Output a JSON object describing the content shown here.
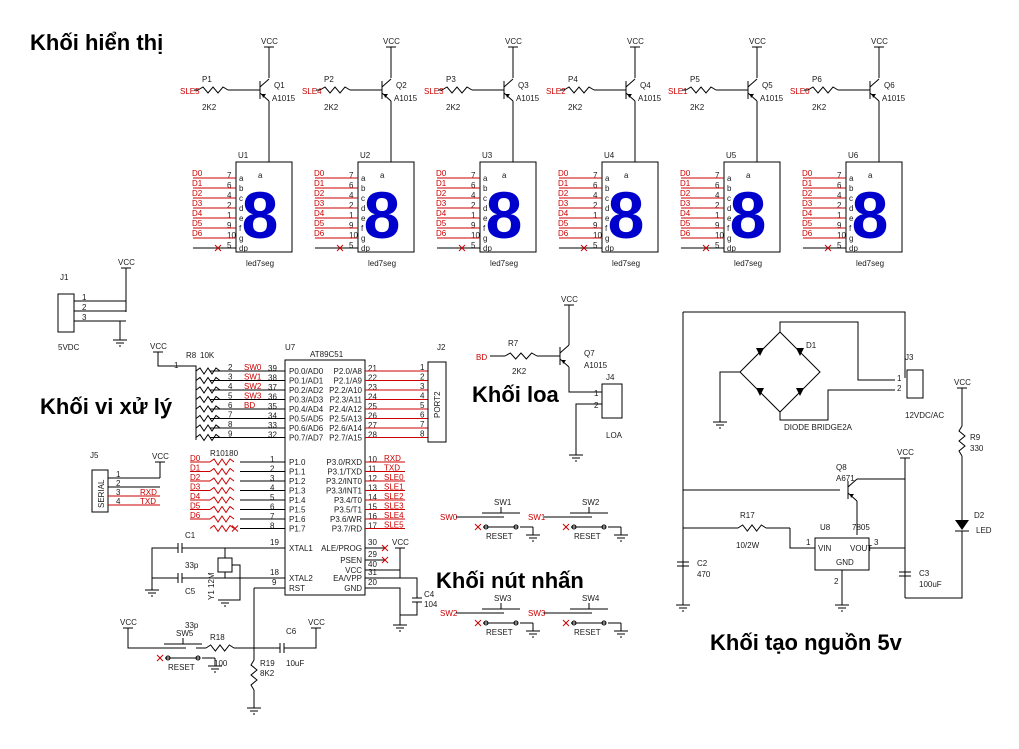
{
  "blocks": {
    "display": "Khối hiển thị",
    "cpu": "Khối vi xử lý",
    "speaker": "Khối loa",
    "buttons": "Khối nút nhấn",
    "power": "Khối tạo nguồn 5v"
  },
  "power_net": "VCC",
  "digits": [
    {
      "resistor": "P1",
      "sel": "SLE5",
      "transistor": "Q1",
      "display": "U1"
    },
    {
      "resistor": "P2",
      "sel": "SLE4",
      "transistor": "Q2",
      "display": "U2"
    },
    {
      "resistor": "P3",
      "sel": "SLE3",
      "transistor": "Q3",
      "display": "U3"
    },
    {
      "resistor": "P4",
      "sel": "SLE2",
      "transistor": "Q4",
      "display": "U4"
    },
    {
      "resistor": "P5",
      "sel": "SLE1",
      "transistor": "Q5",
      "display": "U5"
    },
    {
      "resistor": "P6",
      "sel": "SLE0",
      "transistor": "Q6",
      "display": "U6"
    }
  ],
  "digit_common": {
    "resistor_value": "2K2",
    "transistor_type": "A1015",
    "display_type": "led7seg",
    "digit_glyph": "8",
    "common_pin": "a",
    "dp": "dp"
  },
  "segment_nets": [
    "D0",
    "D1",
    "D2",
    "D3",
    "D4",
    "D5",
    "D6"
  ],
  "segment_pins": [
    "7",
    "6",
    "4",
    "2",
    "1",
    "9",
    "10",
    "5"
  ],
  "segment_letters": [
    "a",
    "b",
    "c",
    "d",
    "e",
    "f",
    "g",
    "dp"
  ],
  "j1": {
    "ref": "J1",
    "label": "5VDC",
    "pins": [
      "1",
      "2",
      "3"
    ]
  },
  "mcu": {
    "ref": "U7",
    "part": "AT89C51",
    "p0_names": [
      "P0.0/AD0",
      "P0.1/AD1",
      "P0.2/AD2",
      "P0.3/AD3",
      "P0.4/AD4",
      "P0.5/AD5",
      "P0.6/AD6",
      "P0.7/AD7"
    ],
    "p0_pins": [
      "39",
      "38",
      "37",
      "36",
      "35",
      "34",
      "33",
      "32"
    ],
    "p2_names": [
      "P2.0/A8",
      "P2.1/A9",
      "P2.2/A10",
      "P2.3/A11",
      "P2.4/A12",
      "P2.5/A13",
      "P2.6/A14",
      "P2.7/A15"
    ],
    "p2_pins": [
      "21",
      "22",
      "23",
      "24",
      "25",
      "26",
      "27",
      "28"
    ],
    "p1_names": [
      "P1.0",
      "P1.1",
      "P1.2",
      "P1.3",
      "P1.4",
      "P1.5",
      "P1.6",
      "P1.7"
    ],
    "p1_pins": [
      "1",
      "2",
      "3",
      "4",
      "5",
      "6",
      "7",
      "8"
    ],
    "p3_names": [
      "P3.0/RXD",
      "P3.1/TXD",
      "P3.2/INT0",
      "P3.3/INT1",
      "P3.4/T0",
      "P3.5/T1",
      "P3.6/WR",
      "P3.7/RD"
    ],
    "p3_pins": [
      "10",
      "11",
      "12",
      "13",
      "14",
      "15",
      "16",
      "17"
    ],
    "p3_nets": [
      "RXD",
      "TXD",
      "SLE0",
      "SLE1",
      "SLE2",
      "SLE3",
      "SLE4",
      "SLE5"
    ],
    "misc_names": [
      "XTAL1",
      "XTAL2",
      "RST",
      "PSEN",
      "ALE/PROG",
      "EA/VPP",
      "VCC",
      "GND"
    ],
    "misc_pins": [
      "19",
      "18",
      "9",
      "29",
      "30",
      "31",
      "40",
      "20"
    ],
    "p0_nets": [
      "SW0",
      "SW1",
      "SW2",
      "SW3",
      "BD"
    ]
  },
  "r8": {
    "ref": "R8",
    "value": "10K",
    "pin": "1"
  },
  "r10": {
    "ref": "R10",
    "value": "180",
    "count": "8"
  },
  "j2": {
    "ref": "J2",
    "label": "PORT2",
    "pins": [
      "1",
      "2",
      "3",
      "4",
      "5",
      "6",
      "7",
      "8"
    ]
  },
  "j5": {
    "ref": "J5",
    "label": "SERIAL",
    "pins": [
      "1",
      "2",
      "3",
      "4"
    ],
    "nets": [
      "RXD",
      "TXD"
    ]
  },
  "osc": {
    "c1": "C1",
    "c1v": "33p",
    "c5": "C5",
    "c5v": "33p",
    "y1": "Y1",
    "y1v": "12M"
  },
  "c4": {
    "ref": "C4",
    "value": "104"
  },
  "reset": {
    "sw": "SW5",
    "sw_label": "RESET",
    "r18": "R18",
    "r18v": "100",
    "r19": "R19",
    "r19v": "8K2",
    "c6": "C6",
    "c6v": "10uF"
  },
  "speaker_parts": {
    "r7": "R7",
    "r7v": "2K2",
    "q7": "Q7",
    "q7v": "A1015",
    "net": "BD",
    "j4": "J4",
    "j4v": "LOA",
    "pins": [
      "1",
      "2"
    ]
  },
  "switches": [
    {
      "ref": "SW1",
      "net": "SW0",
      "label": "RESET"
    },
    {
      "ref": "SW2",
      "net": "SW1",
      "label": "RESET"
    },
    {
      "ref": "SW3",
      "net": "SW2",
      "label": "RESET"
    },
    {
      "ref": "SW4",
      "net": "SW3",
      "label": "RESET"
    }
  ],
  "psu": {
    "d1": "D1",
    "d1v": "DIODE BRIDGE2A",
    "j3": "J3",
    "j3v": "12VDC/AC",
    "j3pins": [
      "1",
      "2"
    ],
    "q8": "Q8",
    "q8v": "A671",
    "r17": "R17",
    "r17v": "10/2W",
    "u8": "U8",
    "u8v": "7805",
    "u8pins": [
      "VIN",
      "VOUT",
      "GND"
    ],
    "u8nums": [
      "1",
      "3",
      "2"
    ],
    "c2": "C2",
    "c2v": "470",
    "c3": "C3",
    "c3v": "100uF",
    "r9": "R9",
    "r9v": "330",
    "d2": "D2",
    "d2v": "LED"
  }
}
